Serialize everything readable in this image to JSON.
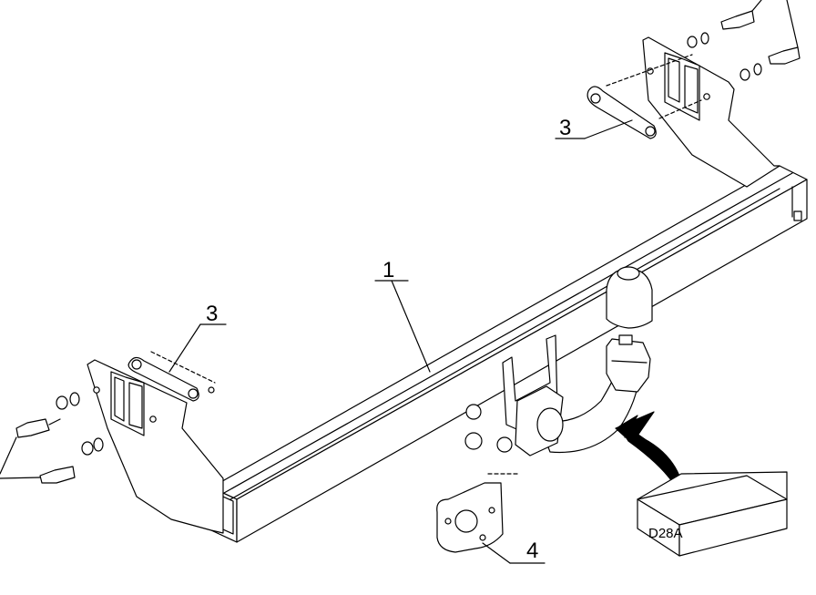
{
  "diagram": {
    "callouts": [
      {
        "id": "c1",
        "label": "1"
      },
      {
        "id": "c3a",
        "label": "3"
      },
      {
        "id": "c3b",
        "label": "3"
      },
      {
        "id": "c4",
        "label": "4"
      }
    ],
    "box": {
      "label": "D28A"
    },
    "colors": {
      "line": "#000000",
      "fill": "#ffffff"
    }
  }
}
